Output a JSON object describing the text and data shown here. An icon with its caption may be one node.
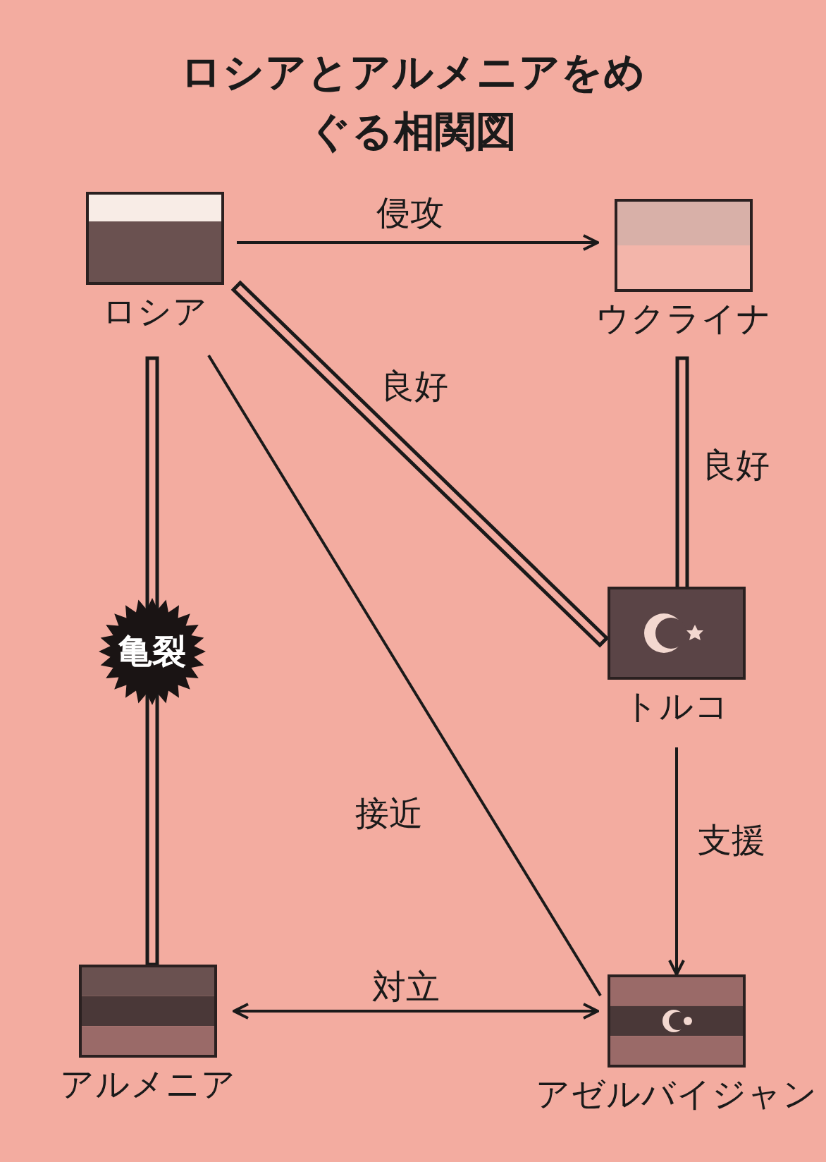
{
  "diagram": {
    "title": "ロシアとアルメニアをめぐる相関図",
    "nodes": [
      {
        "text": [
          "ロシア"
        ]
      },
      {
        "text": [
          "ウクライナ"
        ]
      },
      {
        "text": [
          "トルコ"
        ]
      },
      {
        "text": [
          "アルメニア"
        ]
      },
      {
        "text": [
          "アゼルバイジャン"
        ]
      }
    ],
    "edges": [
      {
        "from": 0,
        "to": 1,
        "arrow": "to",
        "label": "侵攻"
      },
      {
        "from": 0,
        "to": 2,
        "arrow": "none",
        "style": "thick",
        "label": "良好"
      },
      {
        "from": 1,
        "to": 2,
        "arrow": "none",
        "style": "thick",
        "label": "良好"
      },
      {
        "from": 0,
        "to": 3,
        "arrow": "none",
        "style": "thick",
        "label": "亀裂"
      },
      {
        "from": 0,
        "to": 4,
        "arrow": "none",
        "label": "接近"
      },
      {
        "from": 2,
        "to": 4,
        "arrow": "to",
        "label": "支援"
      },
      {
        "from": 3,
        "to": 4,
        "arrow": "both",
        "label": "対立"
      }
    ]
  }
}
